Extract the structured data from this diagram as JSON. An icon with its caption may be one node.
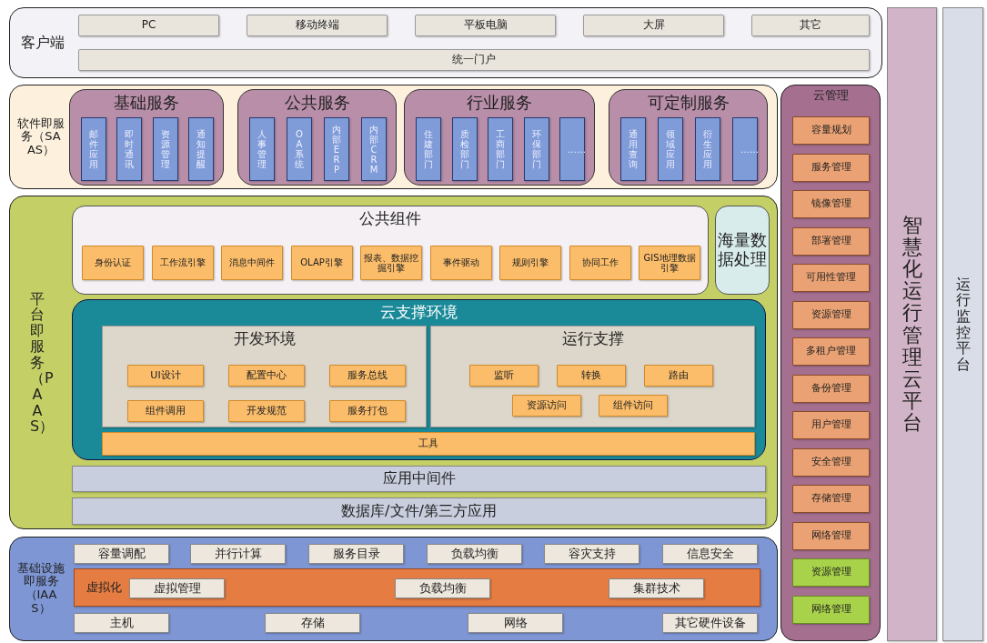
{
  "diagram": {
    "nodes": [
      {
        "text": [
          "客户端"
        ]
      },
      {
        "text": [
          "PC"
        ],
        "in": 0
      },
      {
        "text": [
          "移动终端"
        ],
        "in": 0
      },
      {
        "text": [
          "平板电脑"
        ],
        "in": 0
      },
      {
        "text": [
          "大屏"
        ],
        "in": 0
      },
      {
        "text": [
          "其它"
        ],
        "in": 0
      },
      {
        "text": [
          "统一门户"
        ],
        "in": 0
      },
      {
        "text": [
          "软件即服务（SAAS）"
        ]
      },
      {
        "text": [
          "基础服务"
        ],
        "in": 7
      },
      {
        "text": [
          "邮件应用"
        ],
        "in": 8
      },
      {
        "text": [
          "即时通讯"
        ],
        "in": 8
      },
      {
        "text": [
          "资源管理"
        ],
        "in": 8
      },
      {
        "text": [
          "通知提醒"
        ],
        "in": 8
      },
      {
        "text": [
          "公共服务"
        ],
        "in": 7
      },
      {
        "text": [
          "人事管理"
        ],
        "in": 13
      },
      {
        "text": [
          "OA系统"
        ],
        "in": 13
      },
      {
        "text": [
          "内部ERP"
        ],
        "in": 13
      },
      {
        "text": [
          "内部CRM"
        ],
        "in": 13
      },
      {
        "text": [
          "行业服务"
        ],
        "in": 7
      },
      {
        "text": [
          "住建部门"
        ],
        "in": 18
      },
      {
        "text": [
          "质检部门"
        ],
        "in": 18
      },
      {
        "text": [
          "工商部门"
        ],
        "in": 18
      },
      {
        "text": [
          "环保部门"
        ],
        "in": 18
      },
      {
        "text": [
          "……"
        ],
        "in": 18
      },
      {
        "text": [
          "可定制服务"
        ],
        "in": 7
      },
      {
        "text": [
          "通用查询"
        ],
        "in": 24
      },
      {
        "text": [
          "领域应用"
        ],
        "in": 24
      },
      {
        "text": [
          "衍生应用"
        ],
        "in": 24
      },
      {
        "text": [
          "……"
        ],
        "in": 24
      },
      {
        "text": [
          "平台即服务（PAAS）"
        ]
      },
      {
        "text": [
          "公共组件"
        ],
        "in": 29
      },
      {
        "text": [
          "身份认证"
        ],
        "in": 30
      },
      {
        "text": [
          "工作流引擎"
        ],
        "in": 30
      },
      {
        "text": [
          "消息中间件"
        ],
        "in": 30
      },
      {
        "text": [
          "OLAP引擎"
        ],
        "in": 30
      },
      {
        "text": [
          "报表、数据挖掘引擎"
        ],
        "in": 30
      },
      {
        "text": [
          "事件驱动"
        ],
        "in": 30
      },
      {
        "text": [
          "规则引擎"
        ],
        "in": 30
      },
      {
        "text": [
          "协同工作"
        ],
        "in": 30
      },
      {
        "text": [
          "GIS地理数据引擎"
        ],
        "in": 30
      },
      {
        "text": [
          "海量数据处理"
        ],
        "in": 29
      },
      {
        "text": [
          "云支撑环境"
        ],
        "in": 29
      },
      {
        "text": [
          "开发环境"
        ],
        "in": 41
      },
      {
        "text": [
          "UI设计"
        ],
        "in": 42
      },
      {
        "text": [
          "配置中心"
        ],
        "in": 42
      },
      {
        "text": [
          "服务总线"
        ],
        "in": 42
      },
      {
        "text": [
          "组件调用"
        ],
        "in": 42
      },
      {
        "text": [
          "开发规范"
        ],
        "in": 42
      },
      {
        "text": [
          "服务打包"
        ],
        "in": 42
      },
      {
        "text": [
          "运行支撑"
        ],
        "in": 41
      },
      {
        "text": [
          "监听"
        ],
        "in": 49
      },
      {
        "text": [
          "转换"
        ],
        "in": 49
      },
      {
        "text": [
          "路由"
        ],
        "in": 49
      },
      {
        "text": [
          "资源访问"
        ],
        "in": 49
      },
      {
        "text": [
          "组件访问"
        ],
        "in": 49
      },
      {
        "text": [
          "工具"
        ],
        "in": 41
      },
      {
        "text": [
          "应用中间件"
        ],
        "in": 29
      },
      {
        "text": [
          "数据库/文件/第三方应用"
        ],
        "in": 29
      },
      {
        "text": [
          "基础设施即服务（IAAS）"
        ]
      },
      {
        "text": [
          "容量调配"
        ],
        "in": 58
      },
      {
        "text": [
          "并行计算"
        ],
        "in": 58
      },
      {
        "text": [
          "服务目录"
        ],
        "in": 58
      },
      {
        "text": [
          "负载均衡"
        ],
        "in": 58
      },
      {
        "text": [
          "容灾支持"
        ],
        "in": 58
      },
      {
        "text": [
          "信息安全"
        ],
        "in": 58
      },
      {
        "text": [
          "虚拟化"
        ],
        "in": 58
      },
      {
        "text": [
          "虚拟管理"
        ],
        "in": 65
      },
      {
        "text": [
          "负载均衡"
        ],
        "in": 65
      },
      {
        "text": [
          "集群技术"
        ],
        "in": 65
      },
      {
        "text": [
          "主机"
        ],
        "in": 58
      },
      {
        "text": [
          "存储"
        ],
        "in": 58
      },
      {
        "text": [
          "网络"
        ],
        "in": 58
      },
      {
        "text": [
          "其它硬件设备"
        ],
        "in": 58
      },
      {
        "text": [
          "云管理"
        ]
      },
      {
        "text": [
          "容量规划"
        ],
        "in": 73
      },
      {
        "text": [
          "服务管理"
        ],
        "in": 73
      },
      {
        "text": [
          "镜像管理"
        ],
        "in": 73
      },
      {
        "text": [
          "部署管理"
        ],
        "in": 73
      },
      {
        "text": [
          "可用性管理"
        ],
        "in": 73
      },
      {
        "text": [
          "资源管理"
        ],
        "in": 73
      },
      {
        "text": [
          "多租户管理"
        ],
        "in": 73
      },
      {
        "text": [
          "备份管理"
        ],
        "in": 73
      },
      {
        "text": [
          "用户管理"
        ],
        "in": 73
      },
      {
        "text": [
          "安全管理"
        ],
        "in": 73
      },
      {
        "text": [
          "存储管理"
        ],
        "in": 73
      },
      {
        "text": [
          "网络管理"
        ],
        "in": 73
      },
      {
        "text": [
          "资源管理"
        ],
        "in": 73
      },
      {
        "text": [
          "网络管理"
        ],
        "in": 73
      },
      {
        "text": [
          "智慧化运行管理云平台"
        ]
      },
      {
        "text": [
          "运行监控平台"
        ]
      }
    ]
  }
}
